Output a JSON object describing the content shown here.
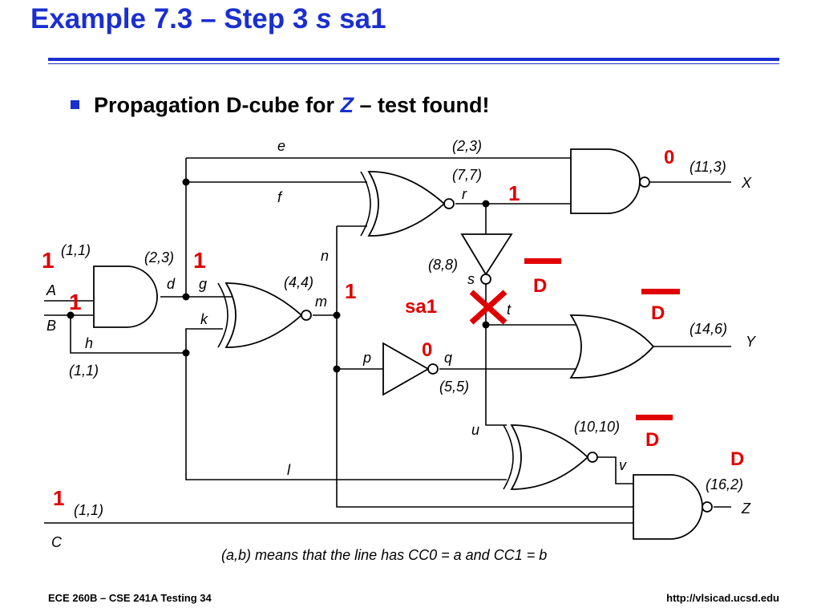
{
  "slide": {
    "title_prefix": "Example 7.3 – Step 3 ",
    "title_var": "s",
    "title_suffix": " sa1",
    "bullet_prefix": "Propagation D-cube for ",
    "bullet_var": "Z",
    "bullet_suffix": " – test found!",
    "footer_left": "ECE 260B – CSE 241A Testing 34",
    "footer_right": "http://vlsicad.ucsd.edu"
  },
  "colors": {
    "title": "#1a2fd0",
    "values": "#e00000",
    "wires": "#000000"
  },
  "diagram": {
    "signals": {
      "A": "A",
      "B": "B",
      "C": "C",
      "X": "X",
      "Y": "Y",
      "Z": "Z",
      "d": "d",
      "e": "e",
      "f": "f",
      "g": "g",
      "h": "h",
      "k": "k",
      "l": "l",
      "m": "m",
      "n": "n",
      "p": "p",
      "q": "q",
      "r": "r",
      "s": "s",
      "t": "t",
      "u": "u",
      "v": "v"
    },
    "controllability": {
      "A": "(1,1)",
      "B": "(1,1)",
      "C": "(1,1)",
      "d": "(2,3)",
      "e": "(2,3)",
      "r": "(7,7)",
      "m": "(4,4)",
      "s": "(8,8)",
      "q": "(5,5)",
      "u": "(10,10)",
      "X": "(11,3)",
      "Y": "(14,6)",
      "Z": "(16,2)"
    },
    "values": {
      "X": "0",
      "r": "1",
      "A": "1",
      "g": "1",
      "B": "1",
      "m": "1",
      "s": "D",
      "fault": "sa1",
      "q": "0",
      "Y": "D",
      "u": "D",
      "v": "D",
      "C": "1"
    },
    "legend": "(a,b) means that the line has CC0 = a and CC1 = b"
  }
}
